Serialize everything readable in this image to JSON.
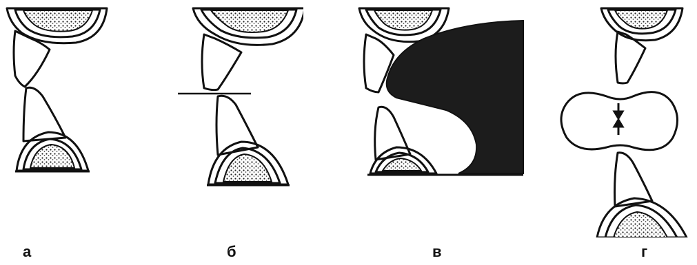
{
  "panels": [
    {
      "caption": "а"
    },
    {
      "caption": "б"
    },
    {
      "caption": "в"
    },
    {
      "caption": "г"
    }
  ],
  "colors": {
    "ink": "#111111",
    "pulp": "#3a3a3a",
    "background": "#ffffff"
  }
}
